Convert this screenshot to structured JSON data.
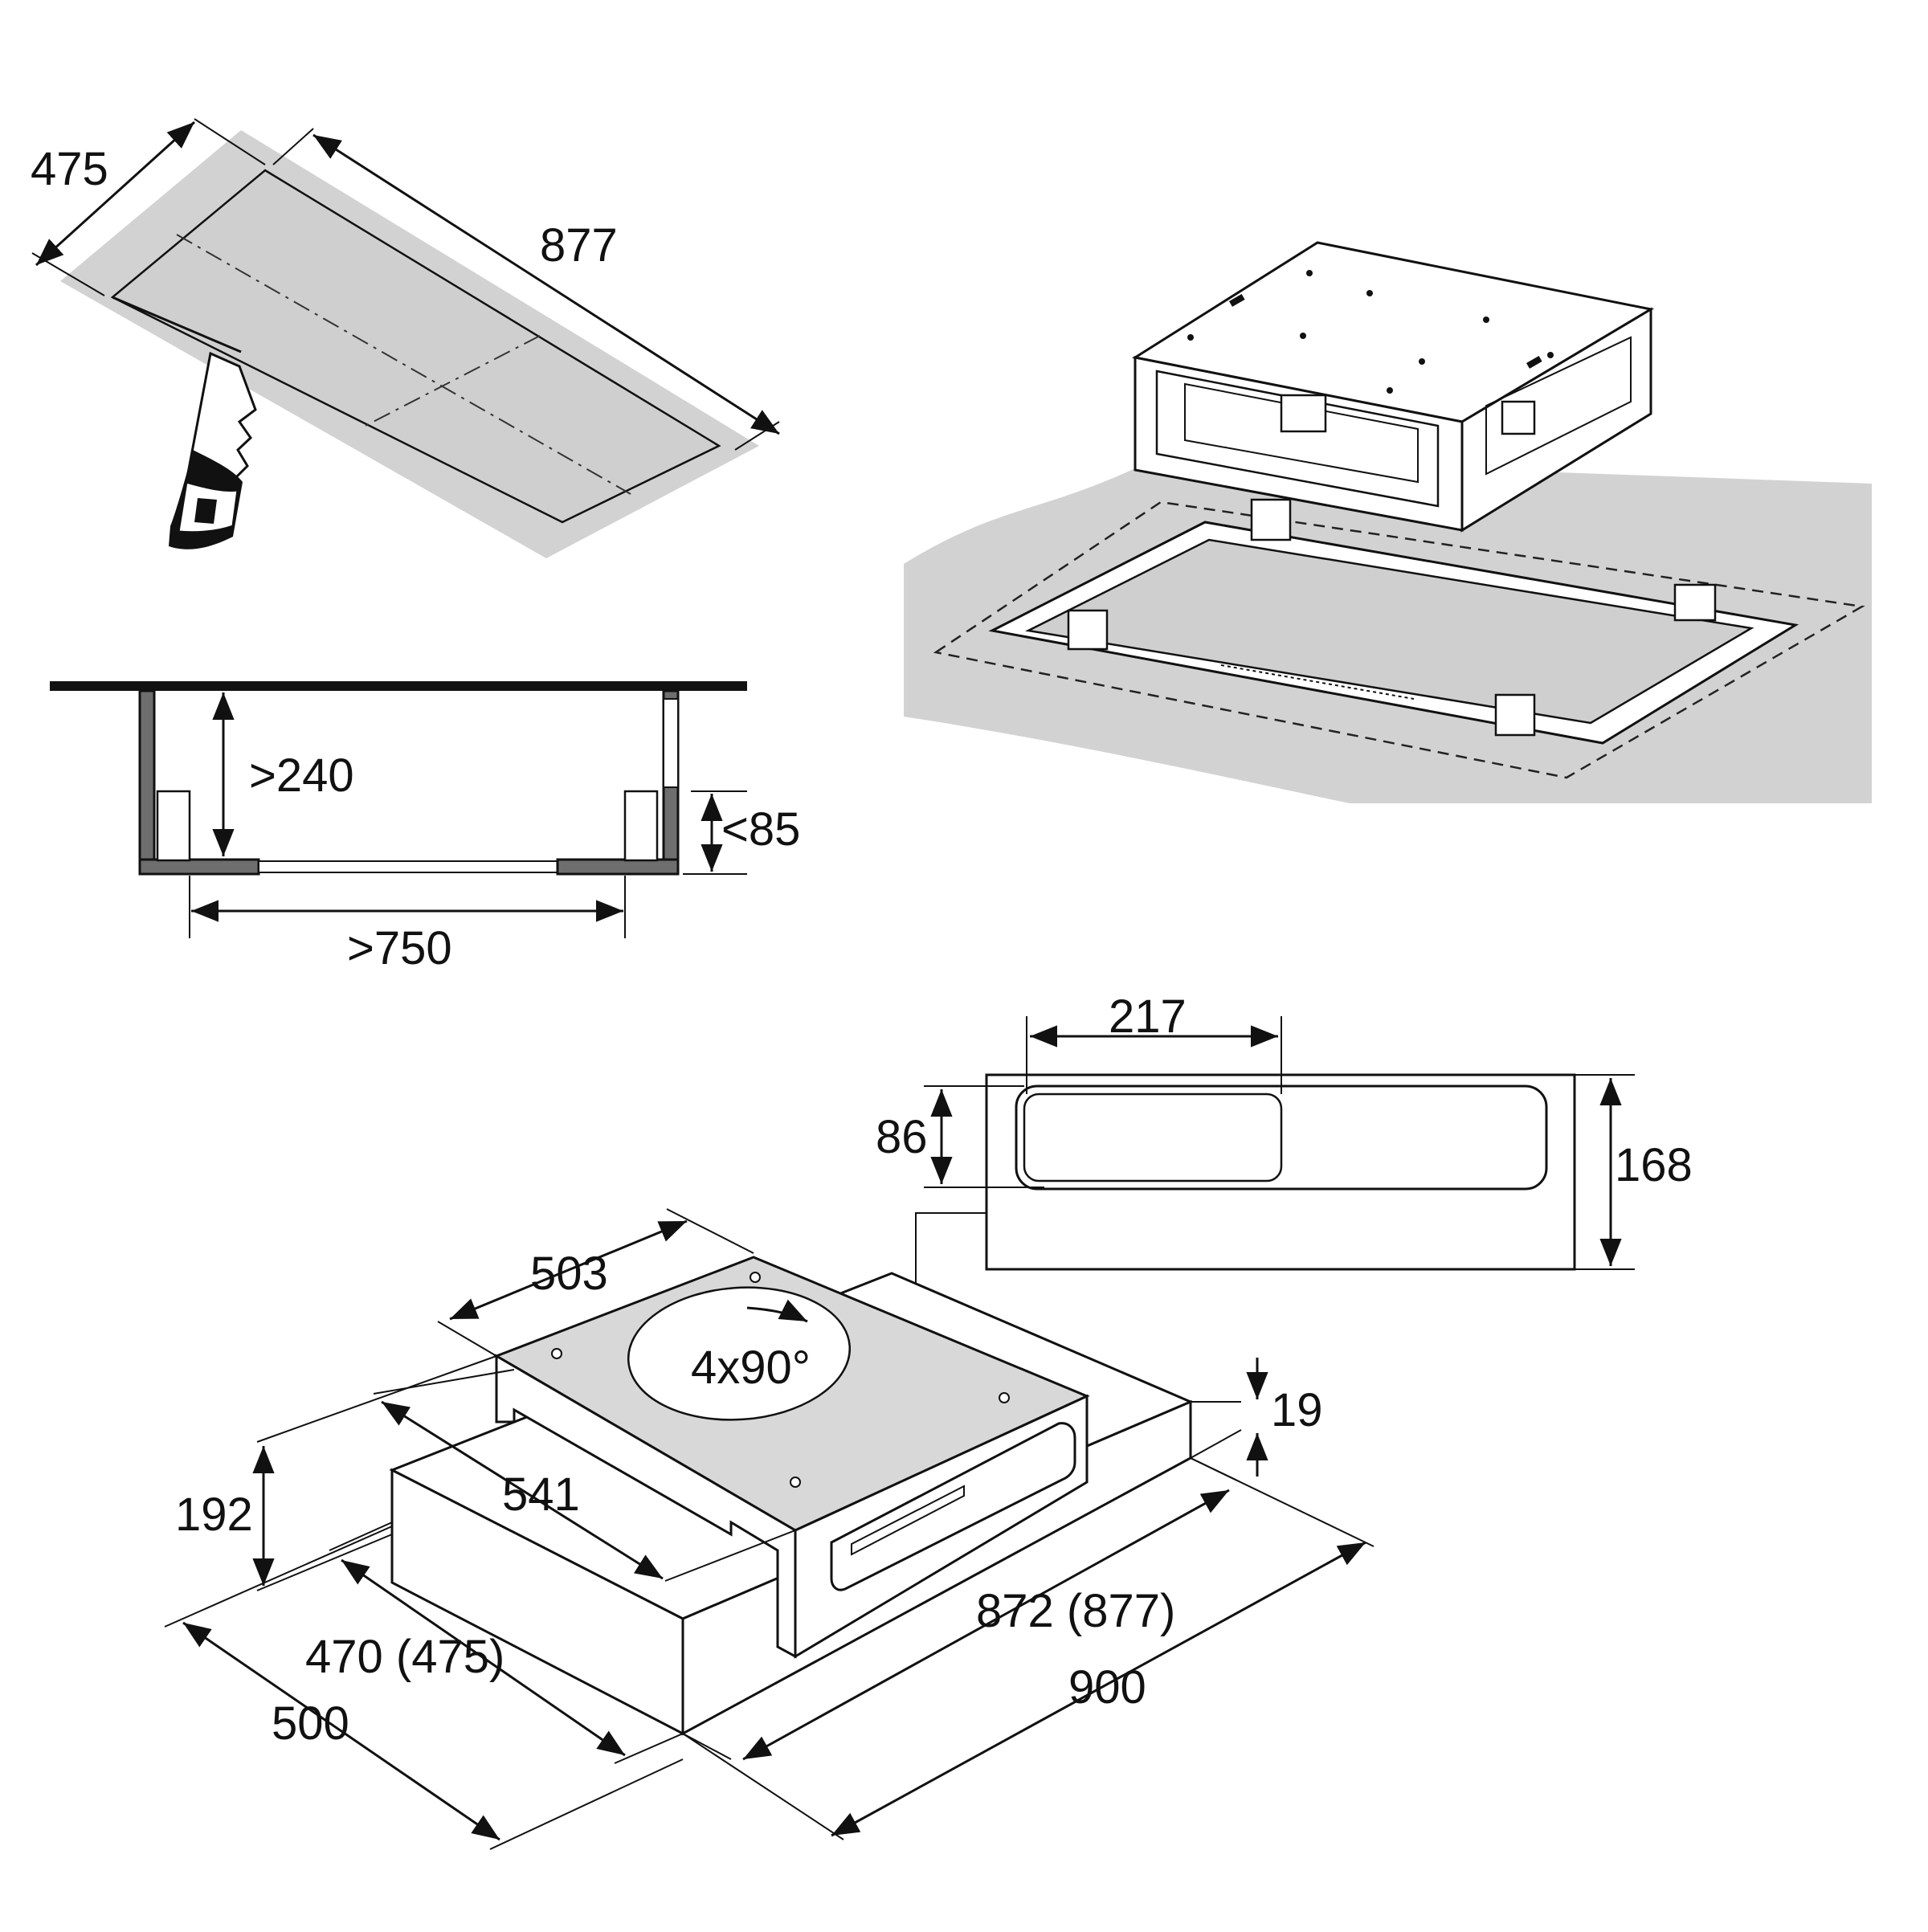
{
  "cutout": {
    "depth": "475",
    "width": "877"
  },
  "section": {
    "height": ">240",
    "plinth": "<85",
    "width": ">750"
  },
  "duct": {
    "opening_width": "217",
    "opening_height": "86",
    "total_height": "168"
  },
  "unit": {
    "top_depth": "503",
    "rotation": "4x90°",
    "thickness": "19",
    "height": "192",
    "inner_depth": "541",
    "inner_width": "872 (877)",
    "outer_width": "900",
    "inner_depth_front": "470 (475)",
    "outer_depth": "500"
  },
  "colors": {
    "line": "#111111",
    "surface": "#d2d2d2",
    "wall": "#6e6e6e"
  }
}
